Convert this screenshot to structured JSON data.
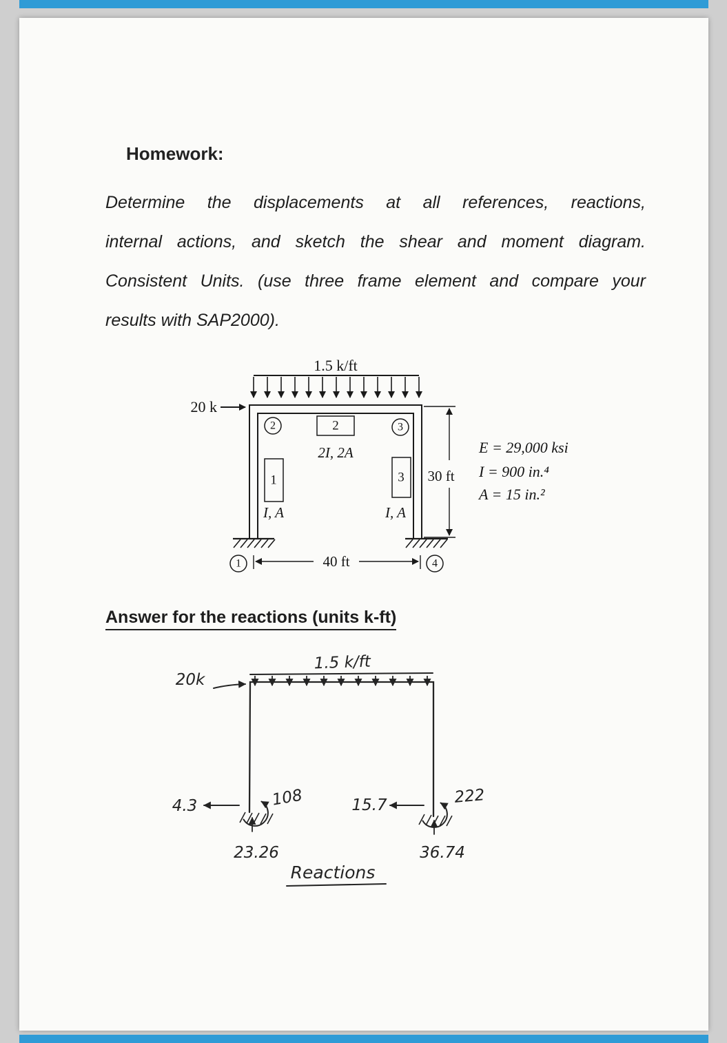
{
  "viewer": {
    "bar_color": "#2f9bd6"
  },
  "document": {
    "heading": "Homework:",
    "paragraph_lines": [
      "Determine the displacements at all references, reactions,",
      "internal actions, and sketch the shear and moment diagram.",
      "Consistent Units. (use three frame element and compare your",
      "results with SAP2000)."
    ],
    "answer_heading": "Answer for the reactions (units k-ft)"
  },
  "frame_diagram": {
    "distributed_load": "1.5 k/ft",
    "point_load": "20 k",
    "node_1": "1",
    "node_2": "2",
    "node_3": "3",
    "node_4": "4",
    "element_1": "1",
    "element_2": "2",
    "element_3": "3",
    "beam_section": "2I, 2A",
    "left_column_section": "I, A",
    "right_column_section": "I, A",
    "height_dim": "30 ft",
    "span_dim": "40 ft",
    "prop_E": "E = 29,000 ksi",
    "prop_I": "I = 900 in.⁴",
    "prop_A": "A = 15 in.²"
  },
  "reactions_sketch": {
    "distributed_load": "1.5 k/ft",
    "point_load": "20k",
    "left_horizontal_reaction": "4.3",
    "left_moment_reaction": "108",
    "right_horizontal_reaction": "15.7",
    "right_moment_reaction": "222",
    "left_vertical_reaction": "23.26",
    "right_vertical_reaction": "36.74",
    "caption": "Reactions"
  }
}
